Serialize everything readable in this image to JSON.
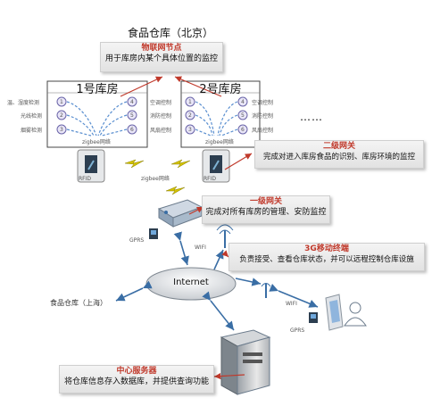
{
  "title": "食品仓库（北京）",
  "room1": {
    "title": "1号库房",
    "left_labels": [
      "温、湿度检测",
      "光线检测",
      "烟雾检测"
    ],
    "right_labels": [
      "空调控制",
      "消防控制",
      "风扇控制"
    ],
    "nodes": [
      "1",
      "2",
      "3",
      "4",
      "5",
      "6"
    ],
    "network": "zigbee网络"
  },
  "room2": {
    "title": "2号库房",
    "right_labels": [
      "空调控制",
      "消防控制",
      "风扇控制"
    ],
    "nodes": [
      "1",
      "2",
      "3",
      "4",
      "5",
      "6"
    ],
    "network": "zigbee网络"
  },
  "ellipsis": "……",
  "zigbee_label": "zigbee网络",
  "rfid1": "RFID",
  "rfid2": "RFID",
  "iot_node": {
    "title": "物联网节点",
    "desc": "用于库房内某个具体位置的监控"
  },
  "gateway2": {
    "title": "二级网关",
    "desc": "完成对进入库房食品的识别、库房环境的监控"
  },
  "gateway1": {
    "title": "一级网关",
    "desc": "完成对所有库房的管理、安防监控"
  },
  "mobile": {
    "title": "3G移动终端",
    "desc": "负责接受、查看仓库状态，并可以远程控制仓库设施"
  },
  "server": {
    "title": "中心服务器",
    "desc": "将仓库信息存入数据库，并提供查询功能"
  },
  "internet": "Internet",
  "shanghai": "食品仓库（上海）",
  "gprs1": "GPRS",
  "wifi1": "WIFI",
  "wifi2": "WIFI",
  "gprs2": "GPRS",
  "colors": {
    "accent_red": "#c0392b",
    "arrow_blue": "#3a6ea5",
    "dash_blue": "#5a8fd0"
  }
}
